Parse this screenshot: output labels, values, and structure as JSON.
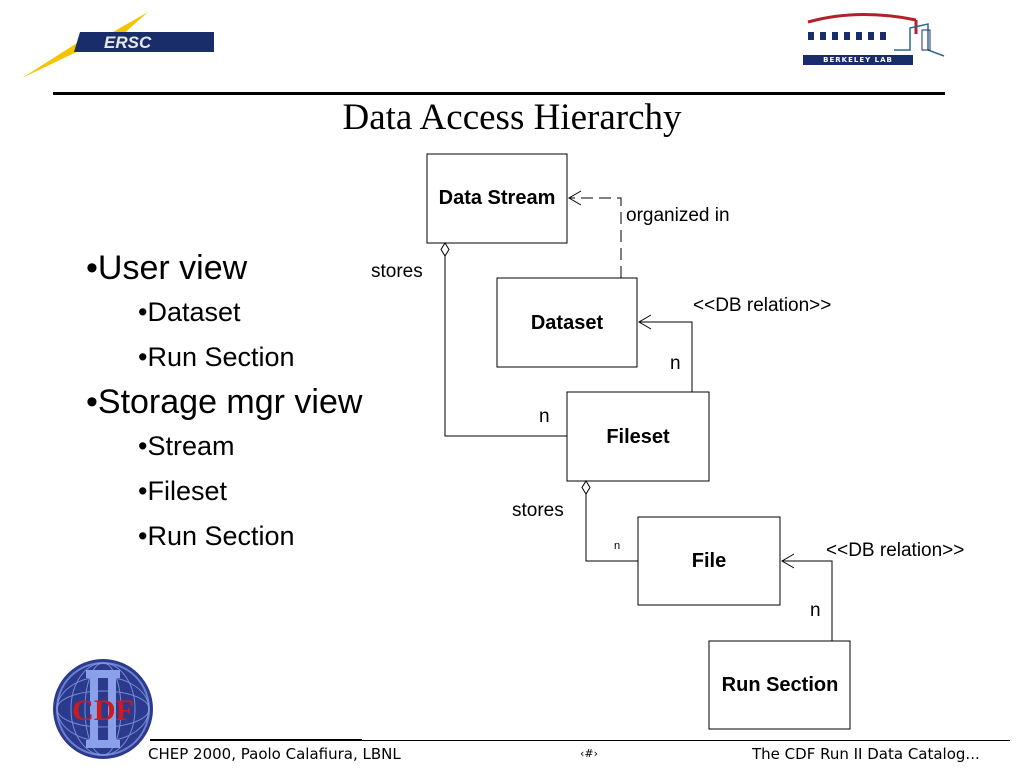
{
  "header": {
    "nersc_logo_text": "ERSC",
    "berkeley_logo_text": "BERKELEY LAB",
    "title": "Data Access Hierarchy"
  },
  "bullets": [
    {
      "level": 1,
      "text": "•User view"
    },
    {
      "level": 2,
      "text": "•Dataset"
    },
    {
      "level": 2,
      "text": "•Run Section"
    },
    {
      "level": 1,
      "text": "•Storage mgr view"
    },
    {
      "level": 2,
      "text": "•Stream"
    },
    {
      "level": 2,
      "text": "•Fileset"
    },
    {
      "level": 2,
      "text": "•Run Section"
    }
  ],
  "diagram": {
    "nodes": {
      "data_stream": "Data Stream",
      "dataset": "Dataset",
      "fileset": "Fileset",
      "file": "File",
      "run_section": "Run Section"
    },
    "labels": {
      "organized_in": "organized in",
      "stores_1": "stores",
      "stores_2": "stores",
      "db_relation_1": "<<DB relation>>",
      "db_relation_2": "<<DB relation>>",
      "n_dataset_fileset": "n",
      "n_stream_fileset": "n",
      "n_fileset_file": "n",
      "n_file_runsection": "n"
    }
  },
  "footer": {
    "left": "CHEP 2000, Paolo Calafiura, LBNL",
    "page": "‹#›",
    "right": "The CDF Run II Data Catalog..."
  },
  "cdf_logo_text": "CDF",
  "colors": {
    "nersc_blue": "#1a2d6b",
    "nersc_yellow": "#f2c500",
    "berkeley_red": "#b3202b",
    "cdf_blue": "#2b3a8c",
    "cdf_red": "#cc1b1b"
  }
}
